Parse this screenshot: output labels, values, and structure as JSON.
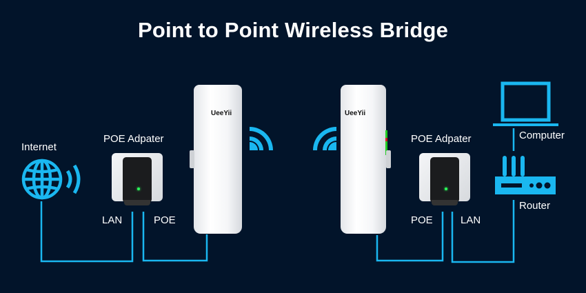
{
  "title": "Point to Point Wireless Bridge",
  "colors": {
    "background": "#02142a",
    "accent": "#1ab7f0",
    "text": "#ffffff"
  },
  "left": {
    "internet_label": "Internet",
    "internet_icon": "globe-icon",
    "poe_adapter_label": "POE Adpater",
    "lan_label": "LAN",
    "poe_label": "POE",
    "cpe_brand": "UeeYii"
  },
  "right": {
    "poe_adapter_label": "POE Adpater",
    "poe_label": "POE",
    "lan_label": "LAN",
    "cpe_brand": "UeeYii",
    "computer_label": "Computer",
    "router_label": "Router"
  }
}
